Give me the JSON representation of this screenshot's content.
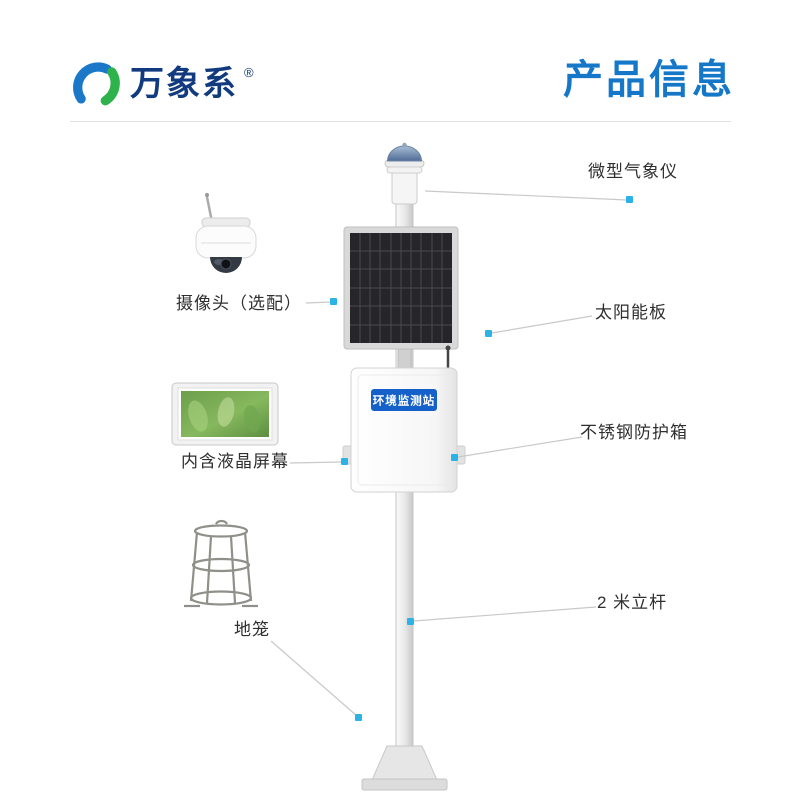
{
  "header": {
    "brand": "万象系",
    "registered": "®",
    "title": "产品信息"
  },
  "product": {
    "enclosure_plate": "环境监测站"
  },
  "callouts": {
    "weather_sensor": "微型气象仪",
    "solar_panel": "太阳能板",
    "enclosure": "不锈钢防护箱",
    "pole": "2 米立杆",
    "camera": "摄像头（选配）",
    "lcd_screen": "内含液晶屏幕",
    "ground_cage": "地笼"
  },
  "colors": {
    "title_blue": "#1577c8",
    "brand_blue": "#123a7e",
    "callout_dot_cyan": "#2bb3e8",
    "enclosure_plate_blue": "#1661c9",
    "leader_line_gray": "#c9c9c9"
  }
}
